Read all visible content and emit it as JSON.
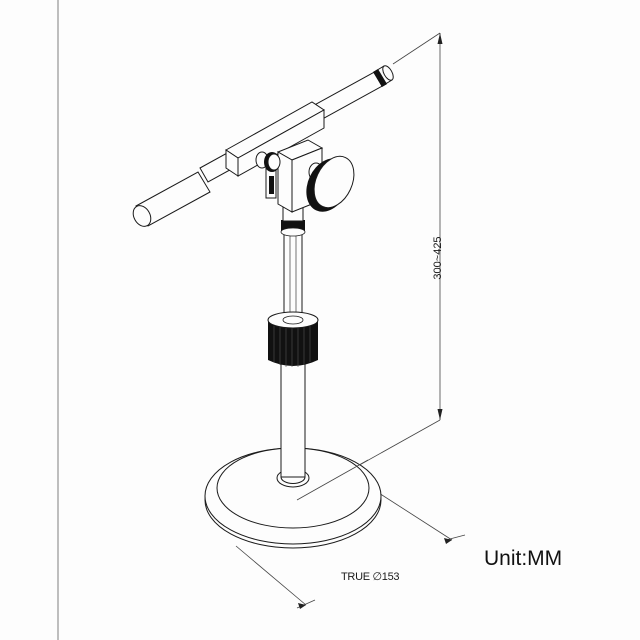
{
  "drawing": {
    "subject": "Desktop microphone stand with boom arm",
    "annotations": {
      "height_dimension": "300~425",
      "base_diameter": "TRUE ∅153",
      "unit": "Unit:MM"
    },
    "parts": [
      "boom-arm",
      "boom-end-cap",
      "boom-grip",
      "boom-clamp-block",
      "tilt-knob",
      "clamp-screw",
      "height-lock-collar",
      "telescopic-tube",
      "round-base"
    ],
    "colors": {
      "line": "#1a1a1a",
      "dimension_line": "#444444",
      "background": "#fdfdfd",
      "fill_dark": "#111111",
      "border_left": "#aaaaaa"
    }
  }
}
